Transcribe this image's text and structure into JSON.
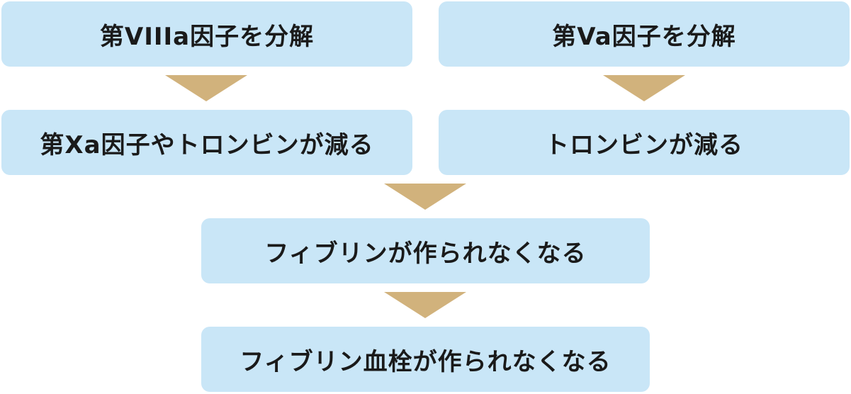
{
  "diagram": {
    "steps": {
      "factor_viiia_breakdown": "第VIIIa因子を分解",
      "factor_va_breakdown": "第Va因子を分解",
      "factor_xa_thrombin_decrease": "第Xa因子やトロンビンが減る",
      "thrombin_decrease": "トロンビンが減る",
      "fibrin_not_formed": "フィブリンが作られなくなる",
      "fibrin_thrombus_not_formed": "フィブリン血栓が作られなくなる"
    },
    "colors": {
      "box_fill": "#c9e6f7",
      "arrow_fill": "#d1b27c",
      "text": "#1a1a1a"
    }
  }
}
